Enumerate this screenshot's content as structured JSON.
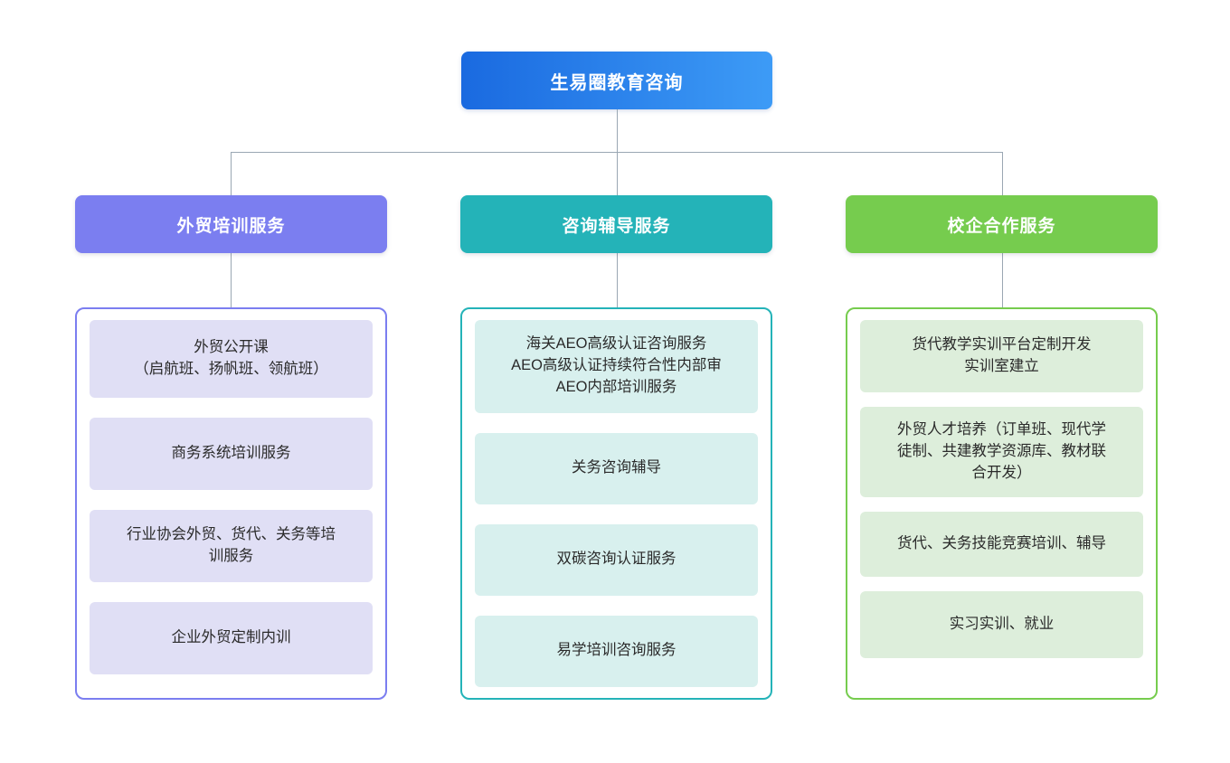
{
  "diagram": {
    "type": "org-chart",
    "root": {
      "label": "生易圈教育咨询",
      "color_start": "#1a6ae0",
      "color_end": "#3d9bf6"
    },
    "connector_color": "#9aa7b3",
    "branches": [
      {
        "header": "外贸培训服务",
        "header_color": "#7b7ef0",
        "border_color": "#7b7ef0",
        "card_color": "#e0dff5",
        "items": [
          {
            "lines": [
              "外贸公开课",
              "（启航班、扬帆班、领航班）"
            ]
          },
          {
            "lines": [
              "商务系统培训服务"
            ]
          },
          {
            "lines": [
              "行业协会外贸、货代、关务等培",
              "训服务"
            ]
          },
          {
            "lines": [
              "企业外贸定制内训"
            ]
          }
        ]
      },
      {
        "header": "咨询辅导服务",
        "header_color": "#24b3b8",
        "border_color": "#24b3b8",
        "card_color": "#d8f0ee",
        "items": [
          {
            "lines": [
              "海关AEO高级认证咨询服务",
              "AEO高级认证持续符合性内部审",
              "AEO内部培训服务"
            ]
          },
          {
            "lines": [
              "关务咨询辅导"
            ]
          },
          {
            "lines": [
              "双碳咨询认证服务"
            ]
          },
          {
            "lines": [
              "易学培训咨询服务"
            ]
          }
        ]
      },
      {
        "header": "校企合作服务",
        "header_color": "#76cc4e",
        "border_color": "#76cc4e",
        "card_color": "#ddeedb",
        "items": [
          {
            "lines": [
              "货代教学实训平台定制开发",
              "实训室建立"
            ]
          },
          {
            "lines": [
              "外贸人才培养（订单班、现代学",
              "徒制、共建教学资源库、教材联",
              "合开发）"
            ]
          },
          {
            "lines": [
              "货代、关务技能竞赛培训、辅导"
            ]
          },
          {
            "lines": [
              "实习实训、就业"
            ]
          }
        ]
      }
    ]
  }
}
